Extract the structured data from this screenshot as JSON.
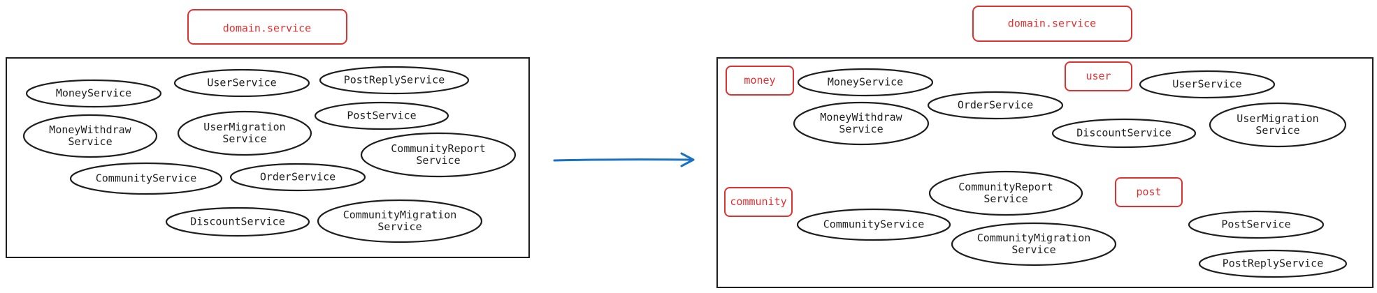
{
  "colors": {
    "ink": "#1e1e1e",
    "tag": "#e03131",
    "arrow": "#1971c2",
    "background": "#ffffff"
  },
  "before": {
    "title": "domain.service",
    "services": [
      {
        "id": "money",
        "lines": [
          "MoneyService"
        ]
      },
      {
        "id": "user",
        "lines": [
          "UserService"
        ]
      },
      {
        "id": "post-reply",
        "lines": [
          "PostReplyService"
        ]
      },
      {
        "id": "money-withdraw",
        "lines": [
          "MoneyWithdraw",
          "Service"
        ]
      },
      {
        "id": "user-migration",
        "lines": [
          "UserMigration",
          "Service"
        ]
      },
      {
        "id": "post",
        "lines": [
          "PostService"
        ]
      },
      {
        "id": "community-report",
        "lines": [
          "CommunityReport",
          "Service"
        ]
      },
      {
        "id": "community",
        "lines": [
          "CommunityService"
        ]
      },
      {
        "id": "order",
        "lines": [
          "OrderService"
        ]
      },
      {
        "id": "discount",
        "lines": [
          "DiscountService"
        ]
      },
      {
        "id": "community-migration",
        "lines": [
          "CommunityMigration",
          "Service"
        ]
      }
    ]
  },
  "after": {
    "title": "domain.service",
    "groups": [
      {
        "id": "money",
        "label": "money"
      },
      {
        "id": "user",
        "label": "user"
      },
      {
        "id": "community",
        "label": "community"
      },
      {
        "id": "post",
        "label": "post"
      }
    ],
    "services": [
      {
        "id": "money",
        "lines": [
          "MoneyService"
        ]
      },
      {
        "id": "money-withdraw",
        "lines": [
          "MoneyWithdraw",
          "Service"
        ]
      },
      {
        "id": "order",
        "lines": [
          "OrderService"
        ]
      },
      {
        "id": "discount",
        "lines": [
          "DiscountService"
        ]
      },
      {
        "id": "user",
        "lines": [
          "UserService"
        ]
      },
      {
        "id": "user-migration",
        "lines": [
          "UserMigration",
          "Service"
        ]
      },
      {
        "id": "community-report",
        "lines": [
          "CommunityReport",
          "Service"
        ]
      },
      {
        "id": "community",
        "lines": [
          "CommunityService"
        ]
      },
      {
        "id": "community-migration",
        "lines": [
          "CommunityMigration",
          "Service"
        ]
      },
      {
        "id": "post",
        "lines": [
          "PostService"
        ]
      },
      {
        "id": "post-reply",
        "lines": [
          "PostReplyService"
        ]
      }
    ]
  }
}
